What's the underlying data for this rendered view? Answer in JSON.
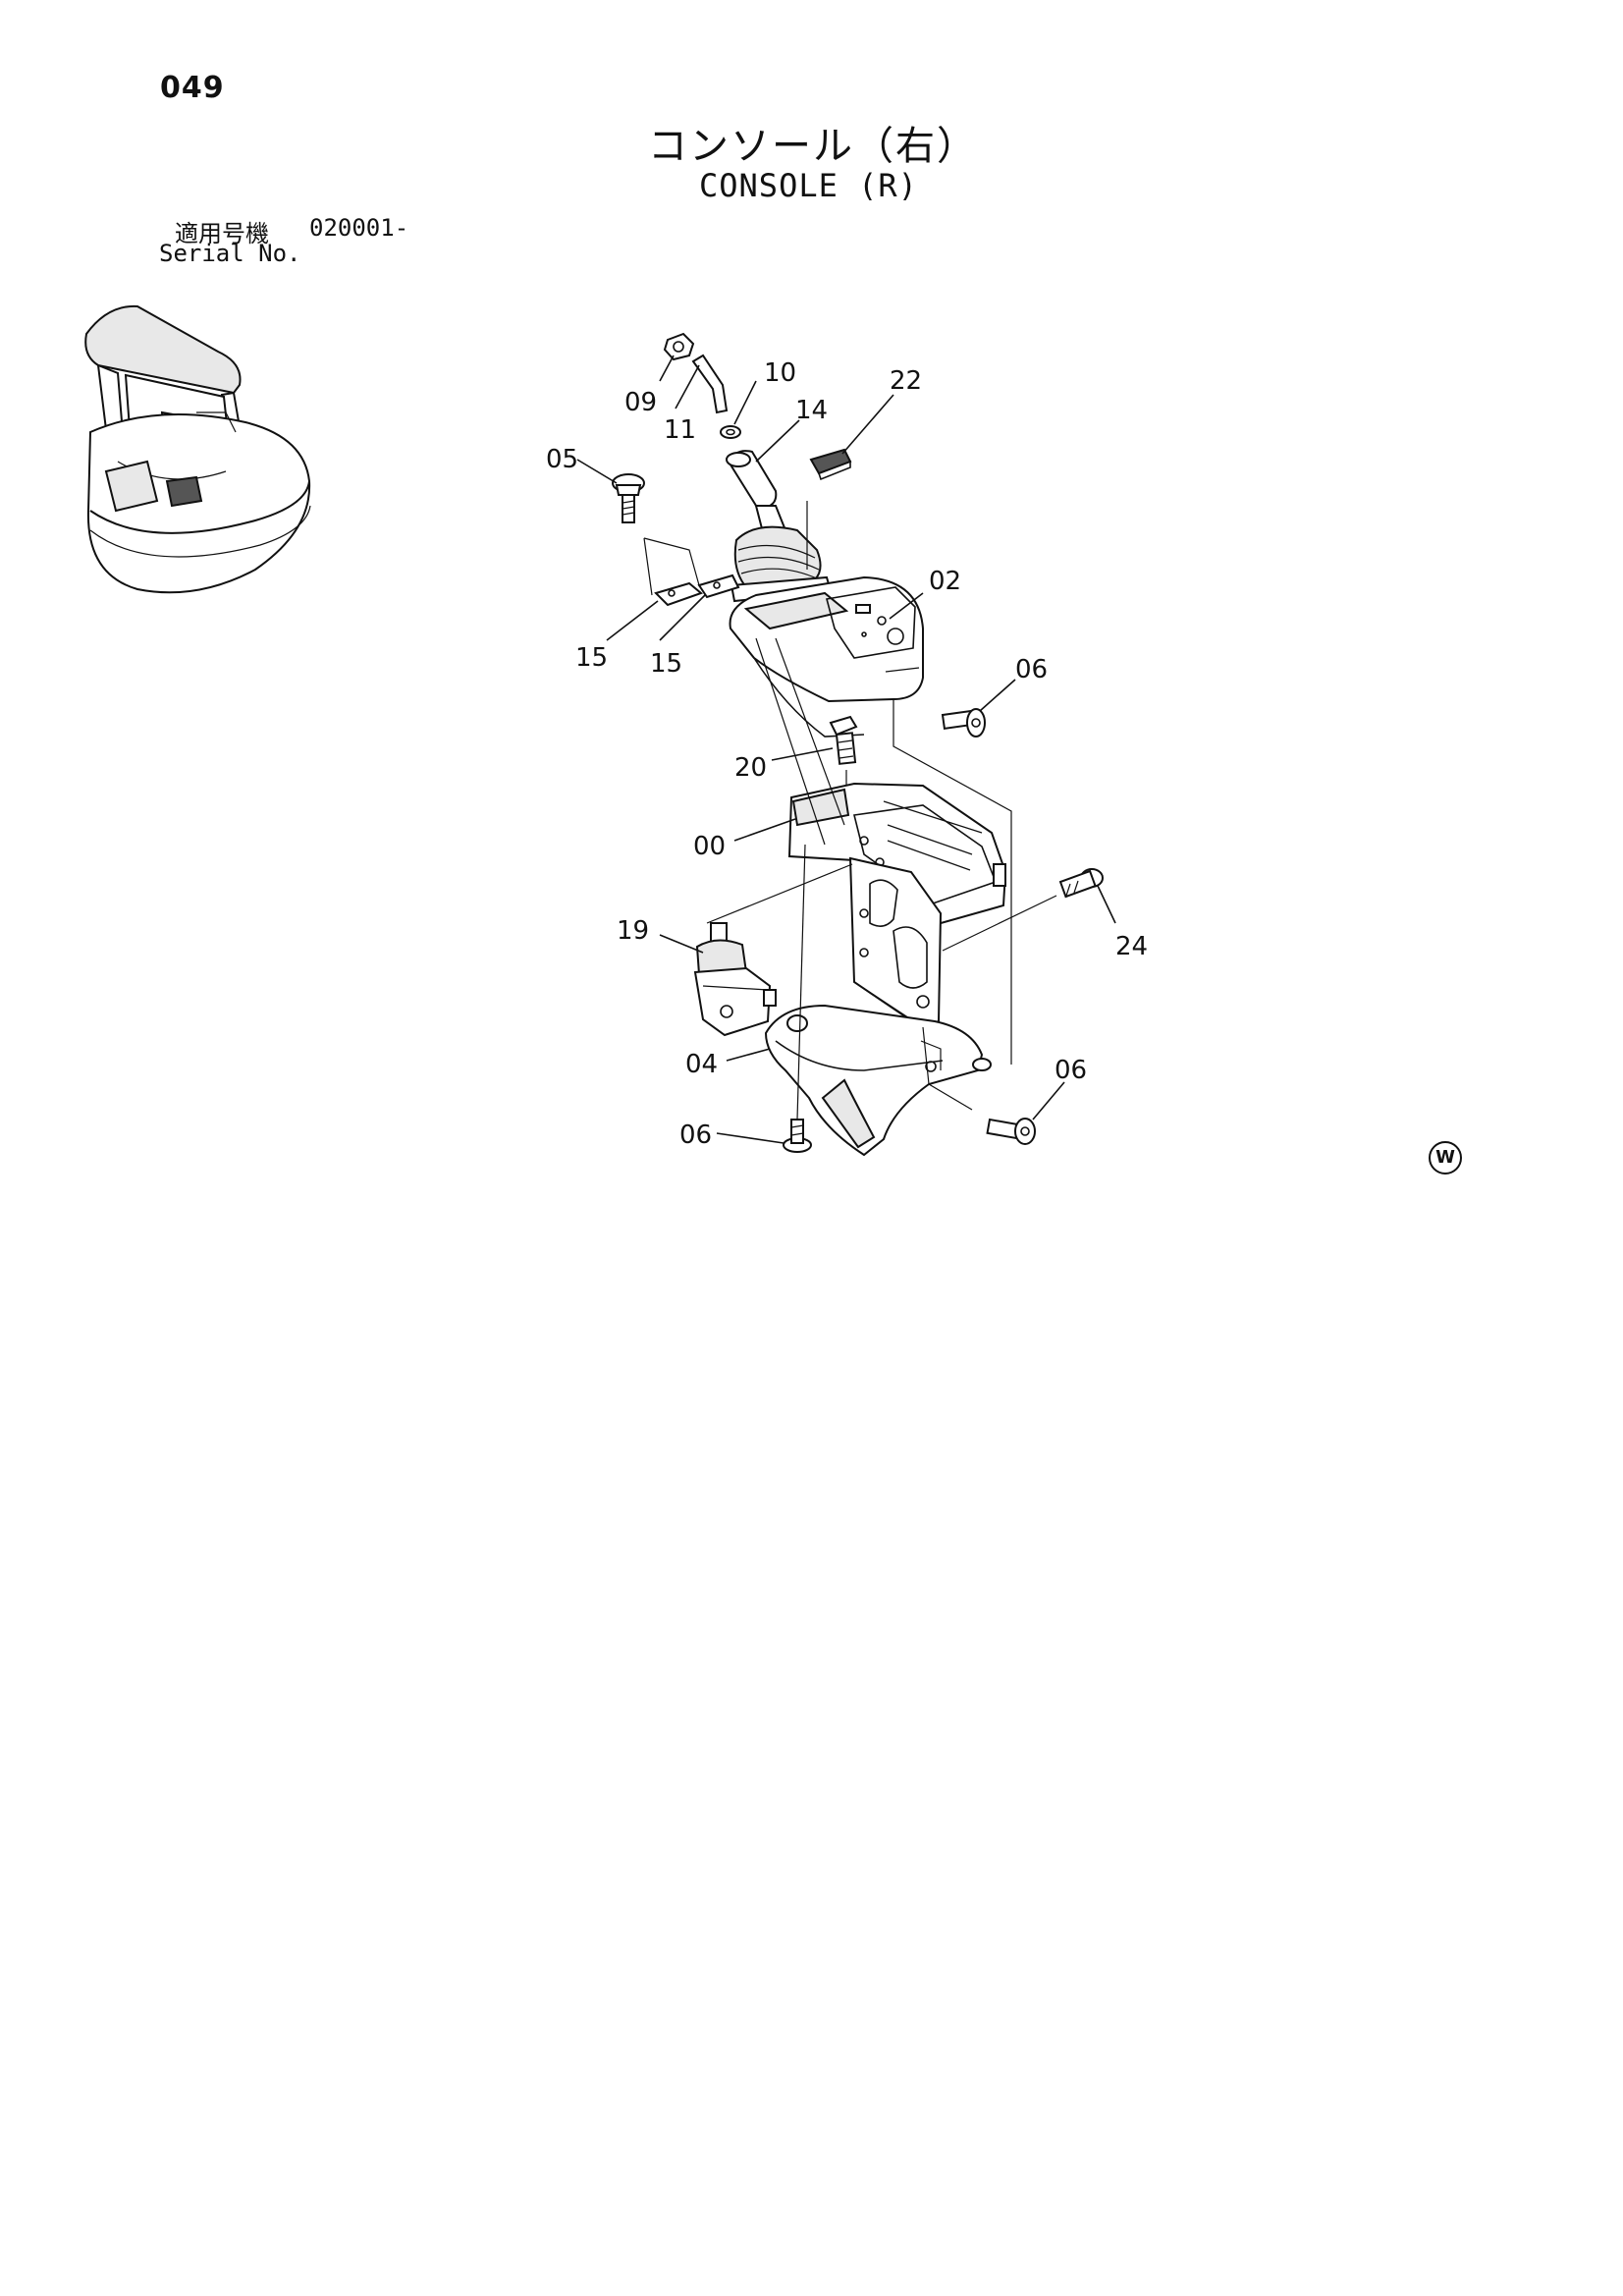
{
  "page_number": "049",
  "title_jp": "コンソール（右）",
  "title_en": "CONSOLE (R)",
  "serial": {
    "label_jp": "適用号機",
    "value": "020001-",
    "label_en": "Serial No."
  },
  "callouts": {
    "c09": "09",
    "c10": "10",
    "c11": "11",
    "c14": "14",
    "c22": "22",
    "c05": "05",
    "c02": "02",
    "c15a": "15",
    "c15b": "15",
    "c06a": "06",
    "c20": "20",
    "c00": "00",
    "c19": "19",
    "c24": "24",
    "c04": "04",
    "c06b": "06",
    "c06c": "06"
  },
  "mark": "W"
}
